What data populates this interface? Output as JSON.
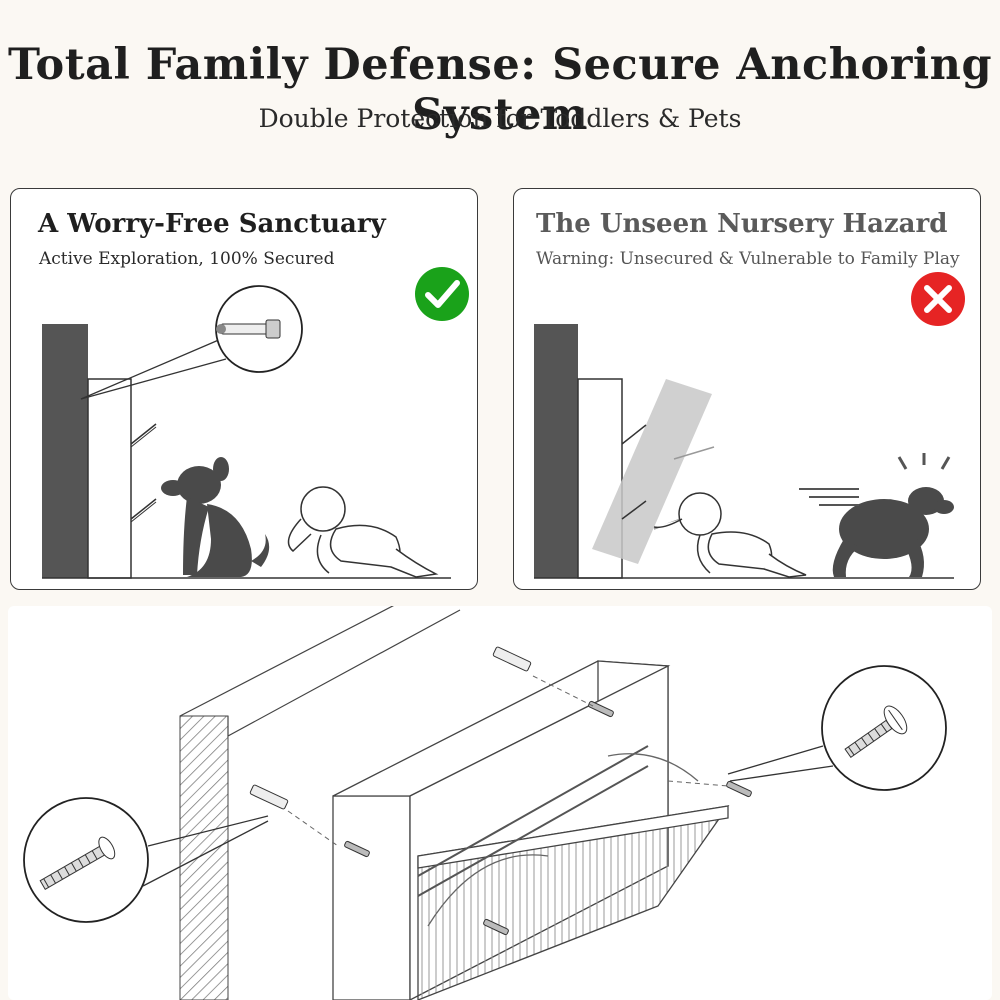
{
  "header": {
    "title": "Total Family Defense: Secure Anchoring System",
    "subtitle": "Double Protection for Toddlers & Pets"
  },
  "panels": [
    {
      "heading": "A Worry-Free Sanctuary",
      "caption": "Active Exploration, 100% Secured",
      "status_icon": "check-icon",
      "status_color": "#1aa21a"
    },
    {
      "heading": "The Unseen Nursery Hazard",
      "caption": "Warning: Unsecured & Vulnerable to Family Play",
      "status_icon": "x-icon",
      "status_color": "#e62424"
    }
  ],
  "diagram": {
    "icons": [
      "wall-anchor-icon",
      "screw-icon",
      "cabinet-icon"
    ]
  }
}
